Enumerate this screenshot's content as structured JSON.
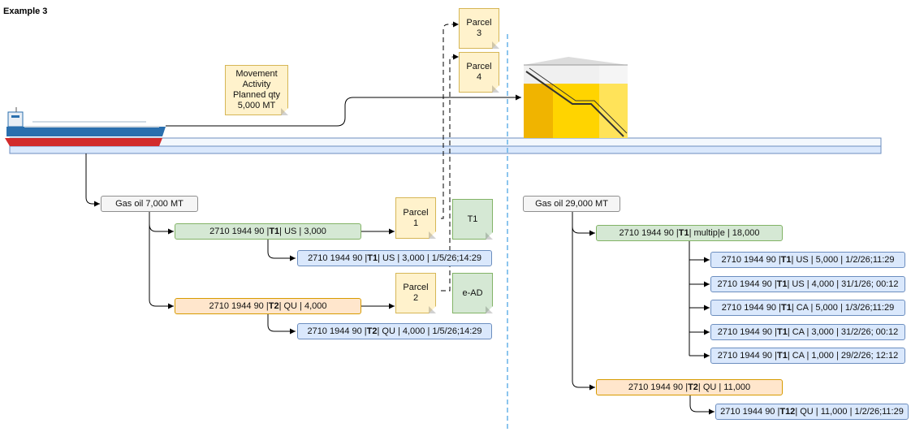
{
  "title": "Example 3",
  "movement_note": [
    "Movement",
    "Activity",
    "Planned qty",
    "5,000 MT"
  ],
  "parcels": {
    "p1": [
      "Parcel",
      "1"
    ],
    "p2": [
      "Parcel",
      "2"
    ],
    "p3": [
      "Parcel",
      "3"
    ],
    "p4": [
      "Parcel",
      "4"
    ]
  },
  "docs": {
    "t1": "T1",
    "ead": "e-AD"
  },
  "left": {
    "header": "Gas oil 7,000 MT",
    "green": {
      "pre": "2710 1944 90 | ",
      "bold": "T1",
      "post": " | US | 3,000"
    },
    "green_detail": {
      "pre": "2710 1944 90 | ",
      "bold": "T1",
      "post": " | US | 3,000 | 1/5/26;14:29"
    },
    "orange": {
      "pre": "2710 1944 90 | ",
      "bold": "T2",
      "post": " | QU | 4,000"
    },
    "orange_detail": {
      "pre": "2710 1944 90 | ",
      "bold": "T2",
      "post": " | QU | 4,000 | 1/5/26;14:29"
    }
  },
  "right": {
    "header": "Gas oil 29,000 MT",
    "green": {
      "pre": "2710 1944 90 | ",
      "bold": "T1",
      "post": " | multip|e | 18,000"
    },
    "green_details": [
      {
        "pre": "2710 1944 90 | ",
        "bold": "T1",
        "post": " | US | 5,000 | 1/2/26;11:29"
      },
      {
        "pre": "2710 1944 90 | ",
        "bold": "T1",
        "post": " | US | 4,000 | 31/1/26; 00:12"
      },
      {
        "pre": "2710 1944 90 | ",
        "bold": "T1",
        "post": " | CA | 5,000 | 1/3/26;11:29"
      },
      {
        "pre": "2710 1944 90 | ",
        "bold": "T1",
        "post": " | CA | 3,000 | 31/2/26; 00:12"
      },
      {
        "pre": "2710 1944 90 | ",
        "bold": "T1",
        "post": " | CA | 1,000 | 29/2/26; 12:12"
      }
    ],
    "orange": {
      "pre": "2710 1944 90 | ",
      "bold": "T2",
      "post": " | QU | 11,000"
    },
    "orange_detail": {
      "pre": "2710 1944 90 | ",
      "bold": "T12",
      "post": "| QU | 11,000 | 1/2/26;11:29"
    }
  },
  "colors": {
    "green_fill": "#d5e8d4",
    "orange_fill": "#ffe6cc",
    "blue_fill": "#dae8fc",
    "note_yellow": "#fff2cc",
    "divider": "#66b2e8",
    "ship_hull_red": "#d22b2b",
    "ship_deck_blue": "#1f4e79",
    "tank_yellow": "#ffd400"
  },
  "icons": [
    "ship-icon",
    "storage-tank-icon"
  ]
}
